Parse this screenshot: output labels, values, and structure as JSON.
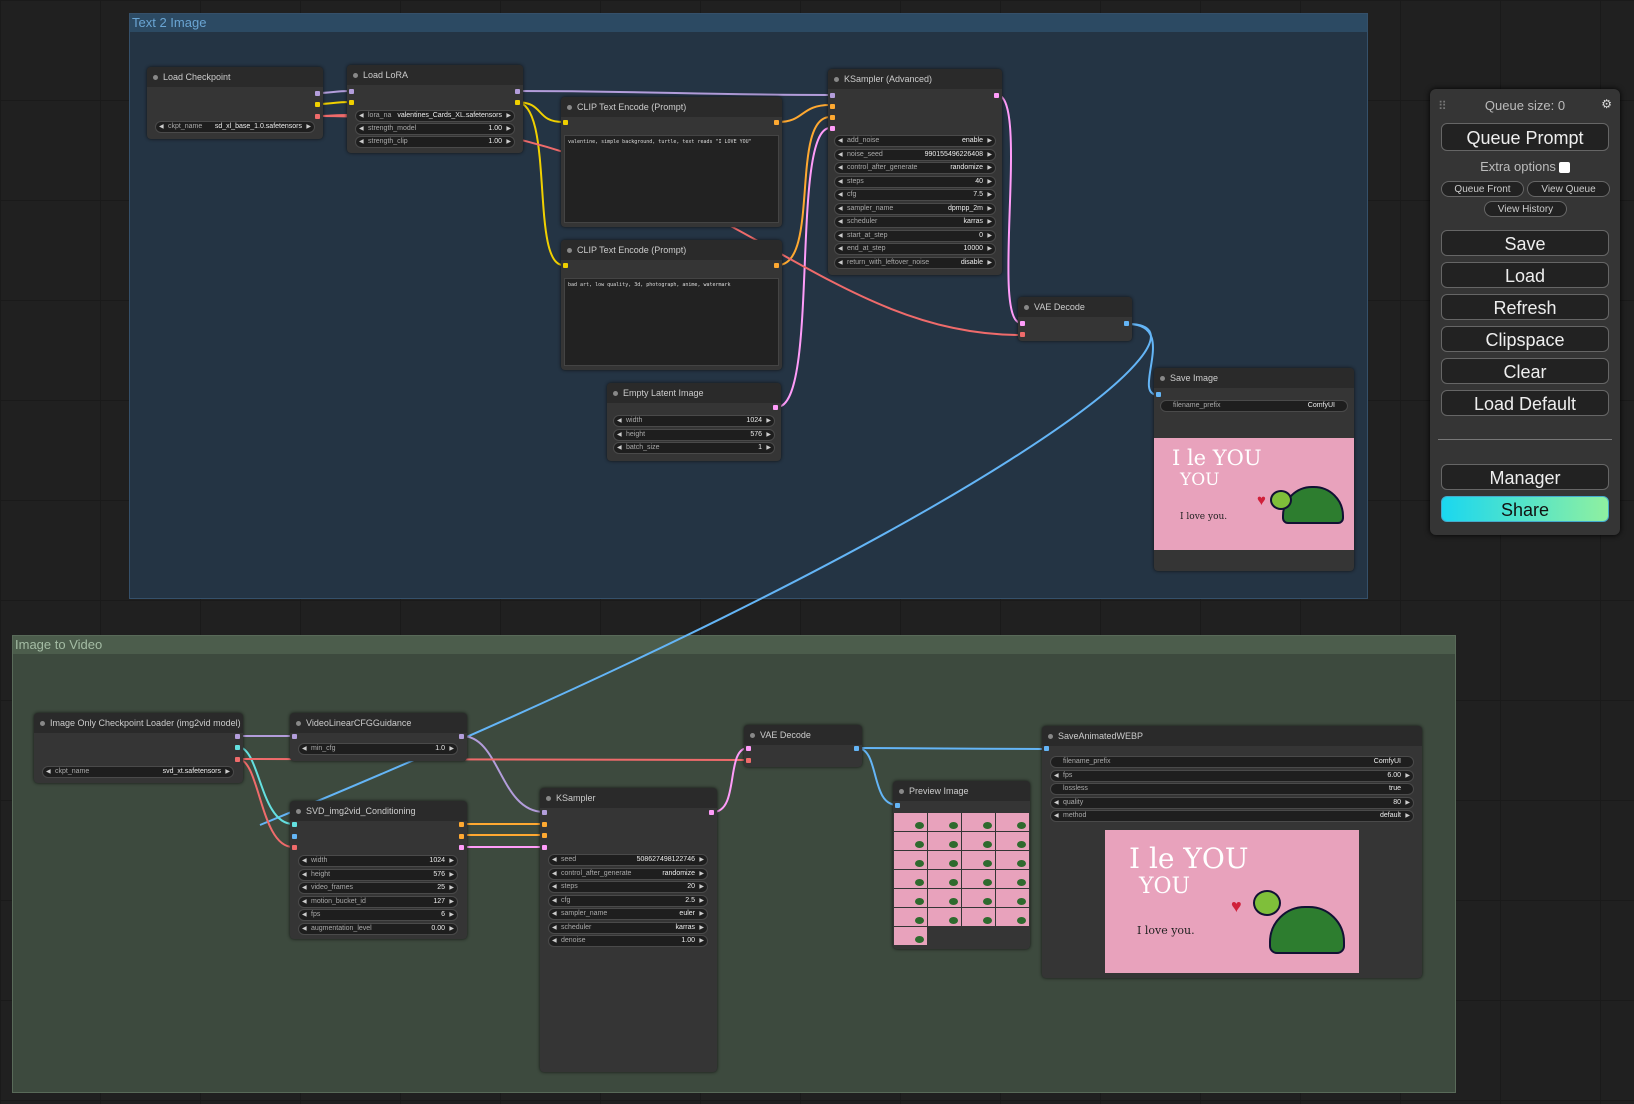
{
  "groups": {
    "t2i": "Text 2 Image",
    "i2v": "Image to Video"
  },
  "nodes": {
    "load_checkpoint": {
      "title": "Load Checkpoint",
      "ckpt_label": "ckpt_name",
      "ckpt_value": "sd_xl_base_1.0.safetensors"
    },
    "load_lora": {
      "title": "Load LoRA",
      "w": [
        {
          "l": "lora_na",
          "v": "valentines_Cards_XL.safetensors"
        },
        {
          "l": "strength_model",
          "v": "1.00"
        },
        {
          "l": "strength_clip",
          "v": "1.00"
        }
      ]
    },
    "clip_pos": {
      "title": "CLIP Text Encode (Prompt)",
      "text": "valentine, simple background, turtle, text reads \"I LOVE YOU\""
    },
    "clip_neg": {
      "title": "CLIP Text Encode (Prompt)",
      "text": "bad art, low quality, 3d, photograph, anime, watermark"
    },
    "ksampler_adv": {
      "title": "KSampler (Advanced)",
      "w": [
        {
          "l": "add_noise",
          "v": "enable"
        },
        {
          "l": "noise_seed",
          "v": "990155496226408"
        },
        {
          "l": "control_after_generate",
          "v": "randomize"
        },
        {
          "l": "steps",
          "v": "40"
        },
        {
          "l": "cfg",
          "v": "7.5"
        },
        {
          "l": "sampler_name",
          "v": "dpmpp_2m"
        },
        {
          "l": "scheduler",
          "v": "karras"
        },
        {
          "l": "start_at_step",
          "v": "0"
        },
        {
          "l": "end_at_step",
          "v": "10000"
        },
        {
          "l": "return_with_leftover_noise",
          "v": "disable"
        }
      ]
    },
    "empty_latent": {
      "title": "Empty Latent Image",
      "w": [
        {
          "l": "width",
          "v": "1024"
        },
        {
          "l": "height",
          "v": "576"
        },
        {
          "l": "batch_size",
          "v": "1"
        }
      ]
    },
    "vae_decode1": {
      "title": "VAE Decode"
    },
    "save_image": {
      "title": "Save Image",
      "prefix_label": "filename_prefix",
      "prefix_value": "ComfyUI"
    },
    "img_ckpt_loader": {
      "title": "Image Only Checkpoint Loader (img2vid model)",
      "ckpt_label": "ckpt_name",
      "ckpt_value": "svd_xt.safetensors"
    },
    "video_cfg": {
      "title": "VideoLinearCFGGuidance",
      "w": [
        {
          "l": "min_cfg",
          "v": "1.0"
        }
      ]
    },
    "svd_cond": {
      "title": "SVD_img2vid_Conditioning",
      "w": [
        {
          "l": "width",
          "v": "1024"
        },
        {
          "l": "height",
          "v": "576"
        },
        {
          "l": "video_frames",
          "v": "25"
        },
        {
          "l": "motion_bucket_id",
          "v": "127"
        },
        {
          "l": "fps",
          "v": "6"
        },
        {
          "l": "augmentation_level",
          "v": "0.00"
        }
      ]
    },
    "ksampler": {
      "title": "KSampler",
      "w": [
        {
          "l": "seed",
          "v": "508627498122746"
        },
        {
          "l": "control_after_generate",
          "v": "randomize"
        },
        {
          "l": "steps",
          "v": "20"
        },
        {
          "l": "cfg",
          "v": "2.5"
        },
        {
          "l": "sampler_name",
          "v": "euler"
        },
        {
          "l": "scheduler",
          "v": "karras"
        },
        {
          "l": "denoise",
          "v": "1.00"
        }
      ]
    },
    "vae_decode2": {
      "title": "VAE Decode"
    },
    "preview_image": {
      "title": "Preview Image"
    },
    "save_webp": {
      "title": "SaveAnimatedWEBP",
      "w": [
        {
          "l": "filename_prefix",
          "v": "ComfyUI"
        },
        {
          "l": "fps",
          "v": "6.00"
        },
        {
          "l": "lossless",
          "v": "true"
        },
        {
          "l": "quality",
          "v": "80"
        },
        {
          "l": "method",
          "v": "default"
        }
      ]
    }
  },
  "image_text": {
    "line1": "I le YOU",
    "line2": "YOU",
    "line3": "I love you."
  },
  "menu": {
    "queue_size": "Queue size: 0",
    "queue_prompt": "Queue Prompt",
    "extra_options": "Extra options",
    "queue_front": "Queue Front",
    "view_queue": "View Queue",
    "view_history": "View History",
    "save": "Save",
    "load": "Load",
    "refresh": "Refresh",
    "clipspace": "Clipspace",
    "clear": "Clear",
    "load_default": "Load Default",
    "manager": "Manager",
    "share": "Share"
  },
  "colors": {
    "clip": "#f0d000",
    "model": "#b39ddb",
    "vae": "#ef6b6b",
    "latent": "#ff9cf9",
    "image": "#64b5f6",
    "cond": "#ffa931"
  }
}
